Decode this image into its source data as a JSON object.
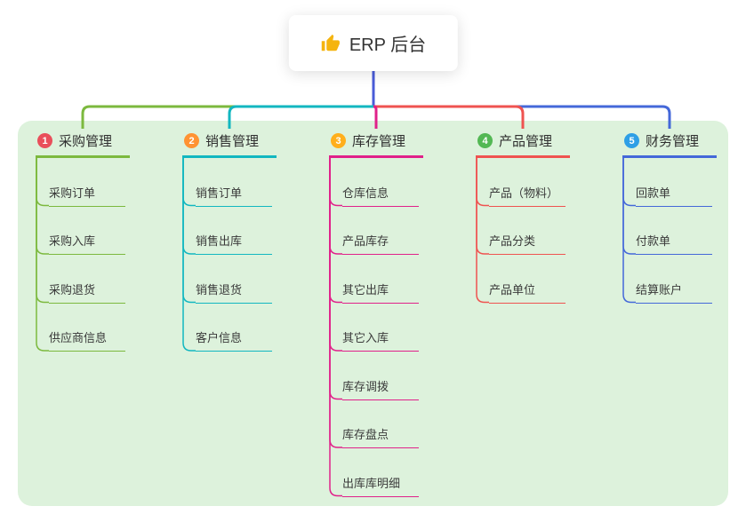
{
  "root": {
    "icon": "thumbs-up",
    "label": "ERP 后台"
  },
  "colors": {
    "root_line": "#4a5cd8",
    "panel_bg": "#ddf2dc",
    "thumb_icon": "#f5b40e"
  },
  "branches": [
    {
      "badge": "1",
      "title": "采购管理",
      "badge_color": "#e94f5b",
      "line_color": "#7cb93e",
      "children": [
        "采购订单",
        "采购入库",
        "采购退货",
        "供应商信息"
      ]
    },
    {
      "badge": "2",
      "title": "销售管理",
      "badge_color": "#ff9333",
      "line_color": "#12b7c0",
      "children": [
        "销售订单",
        "销售出库",
        "销售退货",
        "客户信息"
      ]
    },
    {
      "badge": "3",
      "title": "库存管理",
      "badge_color": "#ffaf1c",
      "line_color": "#e0218a",
      "children": [
        "仓库信息",
        "产品库存",
        "其它出库",
        "其它入库",
        "库存调拨",
        "库存盘点",
        "出库库明细"
      ]
    },
    {
      "badge": "4",
      "title": "产品管理",
      "badge_color": "#53b854",
      "line_color": "#ef5350",
      "children": [
        "产品（物料）",
        "产品分类",
        "产品单位"
      ]
    },
    {
      "badge": "5",
      "title": "财务管理",
      "badge_color": "#2e9fe6",
      "line_color": "#4468d9",
      "children": [
        "回款单",
        "付款单",
        "结算账户"
      ]
    }
  ]
}
